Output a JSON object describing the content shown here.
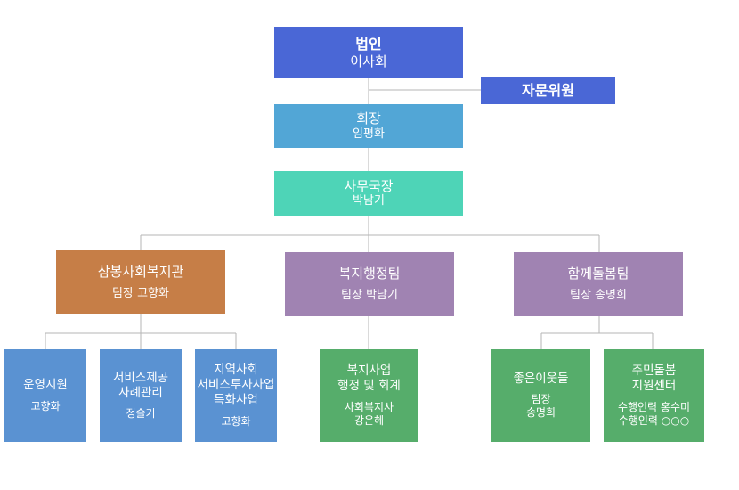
{
  "colors": {
    "board": "#4a67d6",
    "advisory": "#4a67d6",
    "president": "#52a6d6",
    "director": "#4ed4b7",
    "welfare_center": "#c67e47",
    "team": "#a083b2",
    "sub_blue": "#5a92d2",
    "sub_green": "#56ad6b",
    "line": "#b5b5b5"
  },
  "board": {
    "title": "법인",
    "subtitle": "이사회"
  },
  "advisory": {
    "title": "자문위원"
  },
  "president": {
    "title": "회장",
    "name": "임평화"
  },
  "director": {
    "title": "사무국장",
    "name": "박남기"
  },
  "welfare_center": {
    "title": "삼봉사회복지관",
    "leader": "팀장 고향화"
  },
  "welfare_admin_team": {
    "title": "복지행정팀",
    "leader": "팀장 박남기"
  },
  "care_team": {
    "title": "함께돌봄팀",
    "leader": "팀장 송명희"
  },
  "operations_support": {
    "title": "운영지원",
    "name": "고향화"
  },
  "service_case": {
    "line1": "서비스제공",
    "line2": "사례관리",
    "name": "정슬기"
  },
  "community_invest": {
    "line1": "지역사회",
    "line2": "서비스투자사업",
    "line3": "특화사업",
    "name": "고향화"
  },
  "welfare_project": {
    "line1": "복지사업",
    "line2": "행정 및 회계",
    "role": "사회복지사",
    "name": "강은혜"
  },
  "good_neighbors": {
    "title": "좋은이웃들",
    "role": "팀장",
    "name": "송명희"
  },
  "resident_care": {
    "line1": "주민돌봄",
    "line2": "지원센터",
    "staff1": "수행인력 홍수미",
    "staff2": "수행인력 ○○○"
  }
}
